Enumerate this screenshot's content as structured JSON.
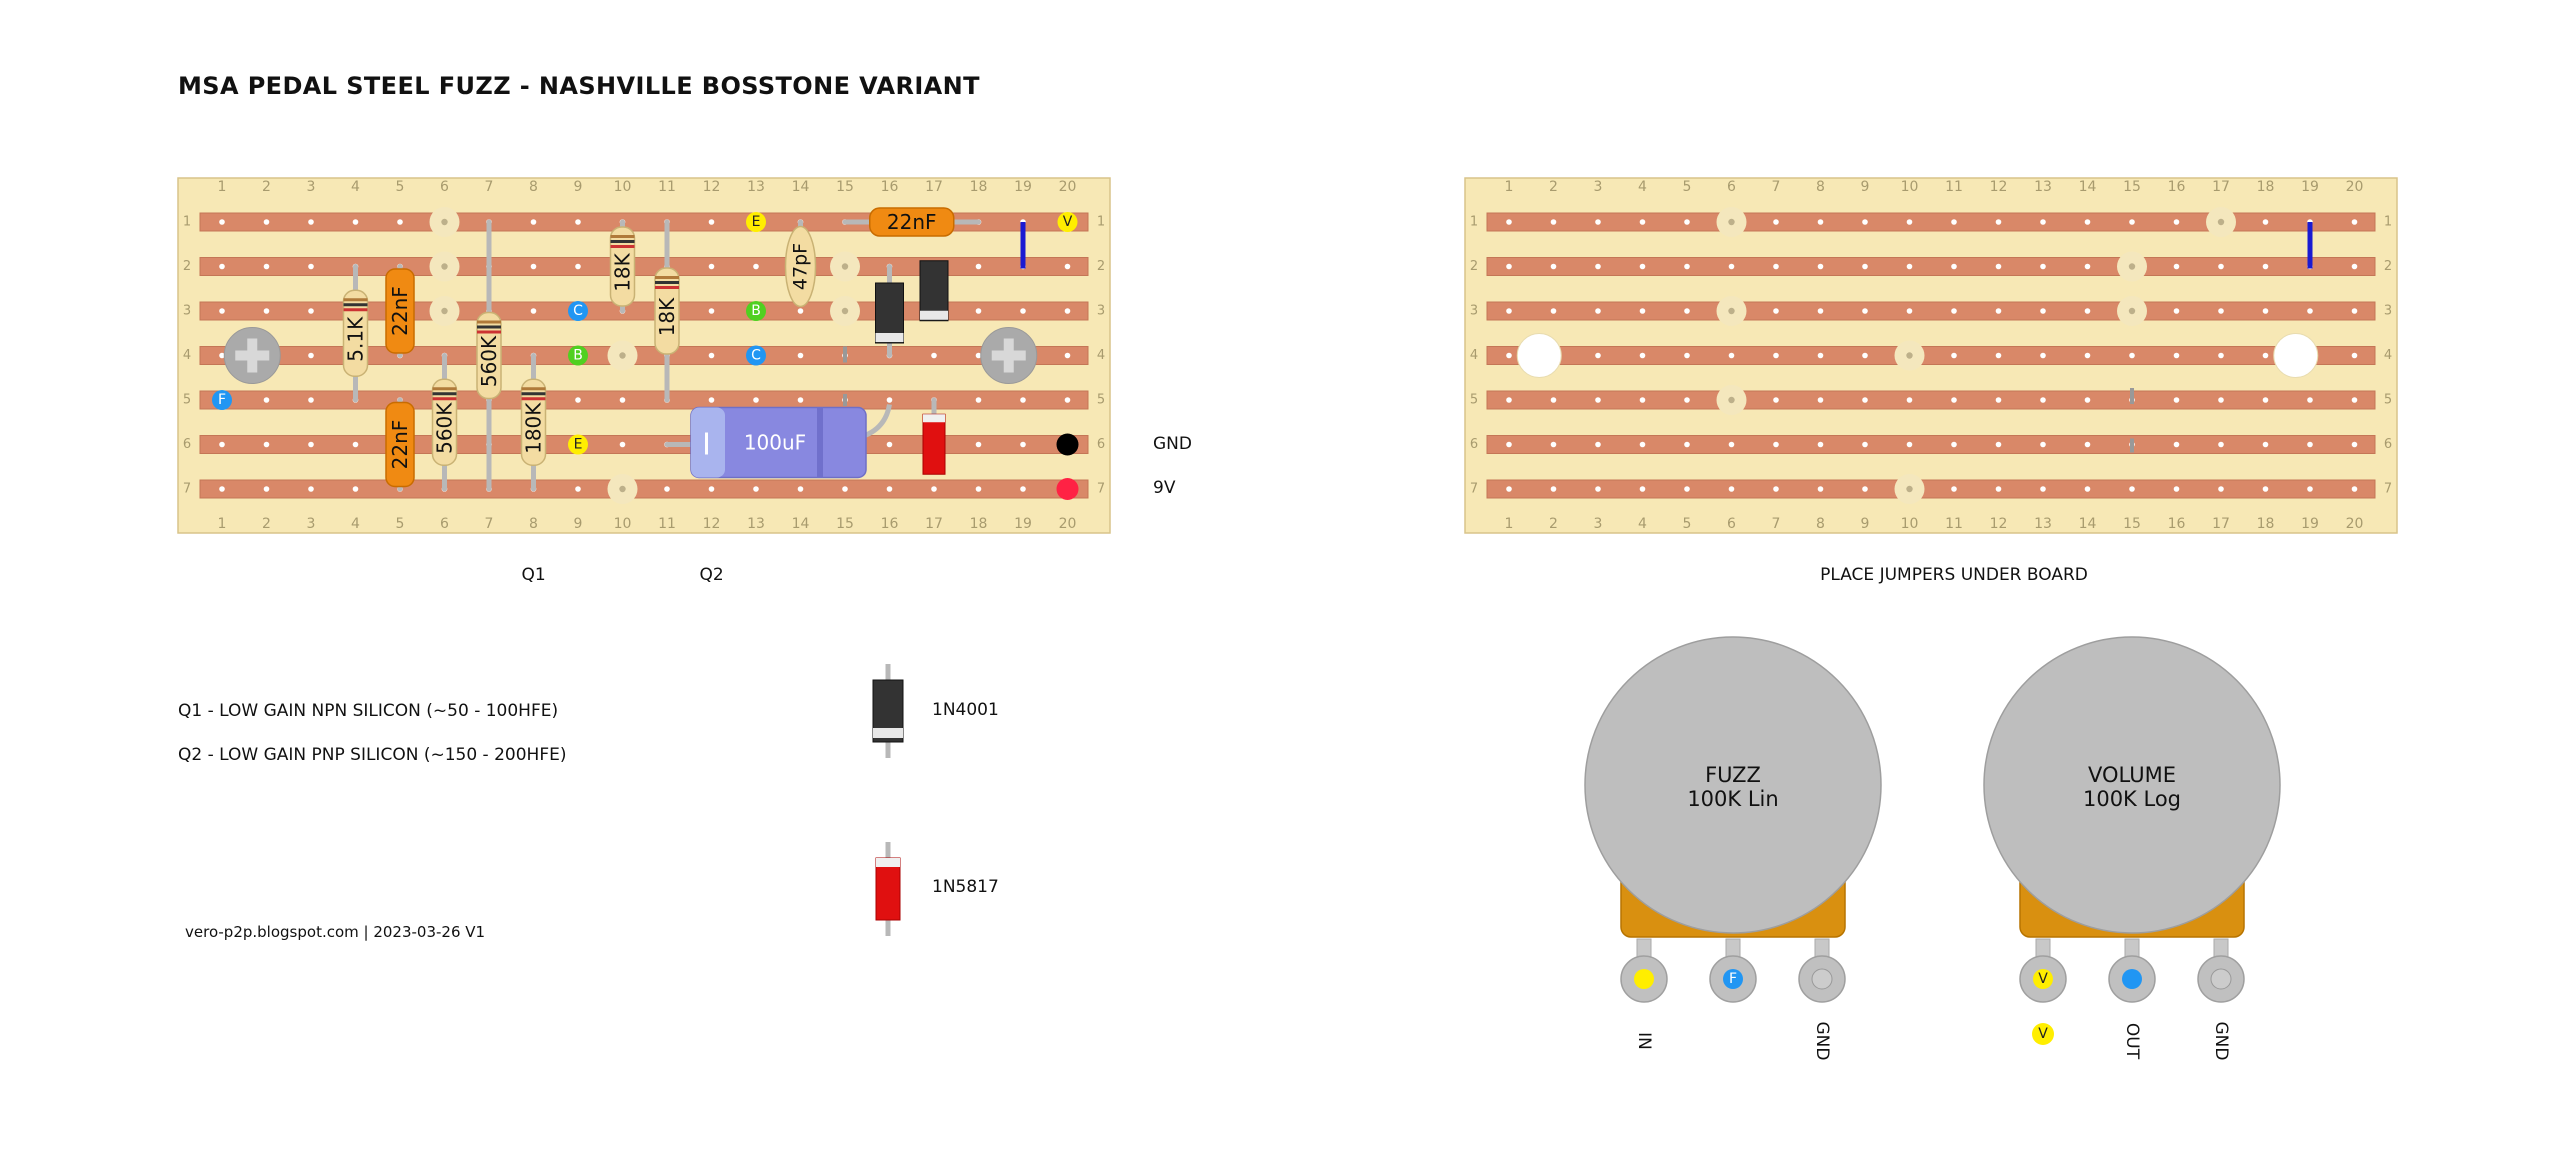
{
  "title": "MSA PEDAL STEEL FUZZ - NASHVILLE BOSSTONE VARIANT",
  "colors": {
    "board": "#f7e8b5",
    "strip": "#d98868",
    "cut": "#f4e7bd",
    "jumper": "#1a1ad2",
    "resistor": "#f3dca2",
    "film_cap": "#f08a12",
    "electrolytic": "#8888e0",
    "diode_1n4001": "#333333",
    "diode_1n5817": "#e01010",
    "pot": "#bebebe",
    "pot_base": "#d99010",
    "label_yellow": "#ffee00",
    "label_blue": "#2196f3",
    "label_green": "#50d020",
    "gnd_dot": "#000000",
    "v9_dot": "#ff2244"
  },
  "component_board": {
    "columns": [
      "1",
      "2",
      "3",
      "4",
      "5",
      "6",
      "7",
      "8",
      "9",
      "10",
      "11",
      "12",
      "13",
      "14",
      "15",
      "16",
      "17",
      "18",
      "19",
      "20"
    ],
    "rows": [
      "1",
      "2",
      "3",
      "4",
      "5",
      "6",
      "7"
    ],
    "cuts": [
      {
        "row": 1,
        "col": 6
      },
      {
        "row": 2,
        "col": 6
      },
      {
        "row": 3,
        "col": 6
      },
      {
        "row": 4,
        "col": 10
      },
      {
        "row": 7,
        "col": 10
      },
      {
        "row": 2,
        "col": 15
      },
      {
        "row": 3,
        "col": 15
      }
    ],
    "pads": [
      {
        "label": "F",
        "row": 5,
        "col": 1,
        "color": "blue"
      },
      {
        "label": "E",
        "row": 1,
        "col": 13,
        "color": "yellow"
      },
      {
        "label": "V",
        "row": 1,
        "col": 20,
        "color": "yellow"
      },
      {
        "label": "C",
        "row": 3,
        "col": 9,
        "color": "blue"
      },
      {
        "label": "B",
        "row": 4,
        "col": 9,
        "color": "green"
      },
      {
        "label": "B",
        "row": 3,
        "col": 13,
        "color": "green"
      },
      {
        "label": "C",
        "row": 4,
        "col": 13,
        "color": "blue"
      },
      {
        "label": "E",
        "row": 6,
        "col": 9,
        "color": "yellow"
      }
    ],
    "resistors": [
      {
        "label": "5.1K",
        "col": 4,
        "rows": [
          2,
          5
        ]
      },
      {
        "label": "560K",
        "col": 6,
        "rows": [
          4,
          7
        ]
      },
      {
        "label": "560K",
        "col": 7,
        "rows": [
          1,
          7
        ]
      },
      {
        "label": "180K",
        "col": 8,
        "rows": [
          4,
          7
        ]
      },
      {
        "label": "18K",
        "col": 10,
        "rows": [
          1,
          3
        ]
      },
      {
        "label": "18K",
        "col": 11,
        "rows": [
          1,
          5
        ]
      }
    ],
    "film_caps": [
      {
        "label": "22nF",
        "col": 5,
        "rows": [
          2,
          4
        ]
      },
      {
        "label": "22nF",
        "col": 5,
        "rows": [
          5,
          7
        ]
      },
      {
        "label": "22nF",
        "row": 1,
        "cols": [
          15,
          18
        ]
      }
    ],
    "ceramic_caps": [
      {
        "label": "47pF",
        "col": 14,
        "rows": [
          1,
          3
        ]
      }
    ],
    "electrolytic": {
      "label": "100uF",
      "row": 6,
      "cols": [
        11,
        16
      ]
    },
    "diodes_1n4001": [
      {
        "col": 16,
        "rows": [
          2,
          4
        ]
      },
      {
        "col": 17,
        "rows": [
          2,
          3
        ]
      }
    ],
    "diodes_1n5817": [
      {
        "col": 17,
        "rows": [
          5,
          6
        ]
      }
    ],
    "jumpers": [
      {
        "col": 19,
        "rows": [
          1,
          2
        ]
      }
    ],
    "power": [
      {
        "label": "GND",
        "row": 6
      },
      {
        "label": "9V",
        "row": 7
      }
    ],
    "transistor_labels": [
      {
        "label": "Q1",
        "col": 8
      },
      {
        "label": "Q2",
        "col": 12
      }
    ]
  },
  "cut_board": {
    "columns": [
      "1",
      "2",
      "3",
      "4",
      "5",
      "6",
      "7",
      "8",
      "9",
      "10",
      "11",
      "12",
      "13",
      "14",
      "15",
      "16",
      "17",
      "18",
      "19",
      "20"
    ],
    "rows": [
      "1",
      "2",
      "3",
      "4",
      "5",
      "6",
      "7"
    ],
    "cuts": [
      {
        "row": 1,
        "col": 6
      },
      {
        "row": 1,
        "col": 17
      },
      {
        "row": 2,
        "col": 15
      },
      {
        "row": 3,
        "col": 6
      },
      {
        "row": 3,
        "col": 15
      },
      {
        "row": 4,
        "col": 10
      },
      {
        "row": 5,
        "col": 6
      },
      {
        "row": 7,
        "col": 10
      }
    ],
    "jumpers": [
      {
        "col": 19,
        "rows": [
          1,
          2
        ]
      }
    ],
    "caption": "PLACE JUMPERS UNDER BOARD"
  },
  "legend": {
    "q1": "Q1 - LOW GAIN NPN SILICON (~50 - 100HFE)",
    "q2": "Q2 - LOW GAIN PNP SILICON (~150 - 200HFE)",
    "diode1": "1N4001",
    "diode2": "1N5817"
  },
  "credit": "vero-p2p.blogspot.com  |  2023-03-26 V1",
  "pots": [
    {
      "name": "FUZZ",
      "value": "100K Lin",
      "lugs": [
        {
          "color": "yellow",
          "label": "IN",
          "badge": ""
        },
        {
          "color": "blue",
          "label": "",
          "badge": "F"
        },
        {
          "color": "grey",
          "label": "GND",
          "badge": ""
        }
      ]
    },
    {
      "name": "VOLUME",
      "value": "100K Log",
      "lugs": [
        {
          "color": "yellow",
          "label": "",
          "badge": "V"
        },
        {
          "color": "blue",
          "label": "OUT",
          "badge": ""
        },
        {
          "color": "grey",
          "label": "GND",
          "badge": ""
        }
      ]
    }
  ]
}
